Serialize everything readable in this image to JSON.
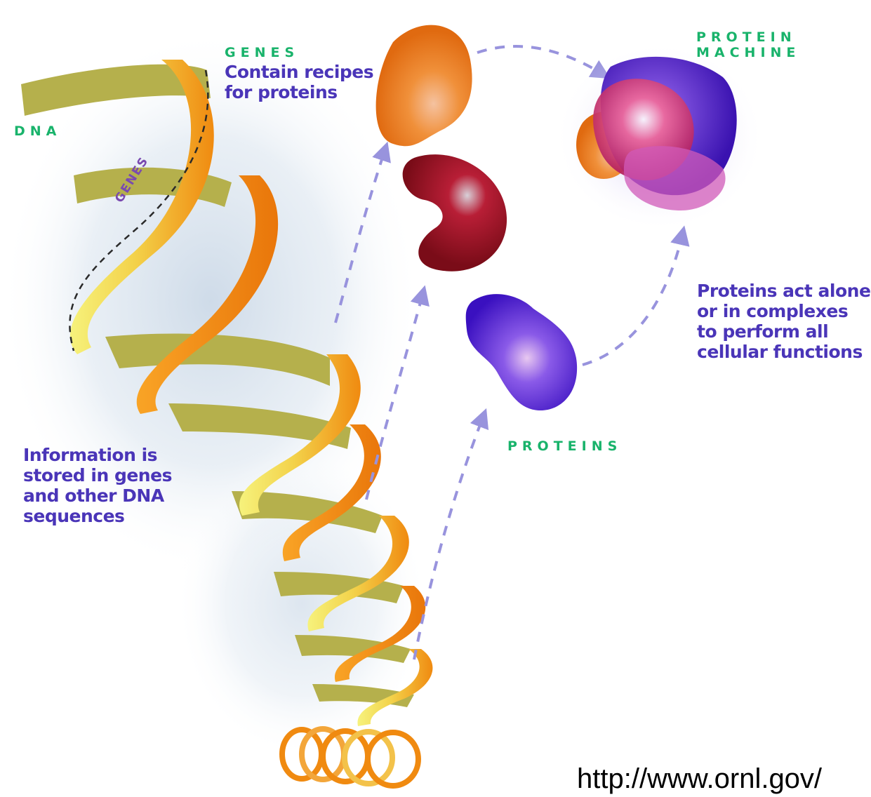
{
  "labels": {
    "dna": "DNA",
    "genes_heading": "GENES",
    "genes_desc": [
      "Contain recipes",
      "for proteins"
    ],
    "genes_on_strand": "GENES",
    "protein_machine": [
      "PROTEIN",
      "MACHINE"
    ],
    "proteins_act": [
      "Proteins act alone",
      "or in complexes",
      "to perform all",
      "cellular functions"
    ],
    "information": [
      "Information is",
      "stored in genes",
      "and other DNA",
      "sequences"
    ],
    "proteins": "PROTEINS"
  },
  "source_url": "http://www.ornl.gov/",
  "colors": {
    "label_green": "#19b36b",
    "text_blue": "#4a35b8",
    "arrow": "#8c86d6",
    "strand_olive": "#b5b04c",
    "strand_orange": "#f08a10",
    "strand_yellow": "#f4ef6a",
    "protein_orange": "#f08a2a",
    "protein_red": "#9a1424",
    "protein_blue": "#4a1ad0"
  }
}
